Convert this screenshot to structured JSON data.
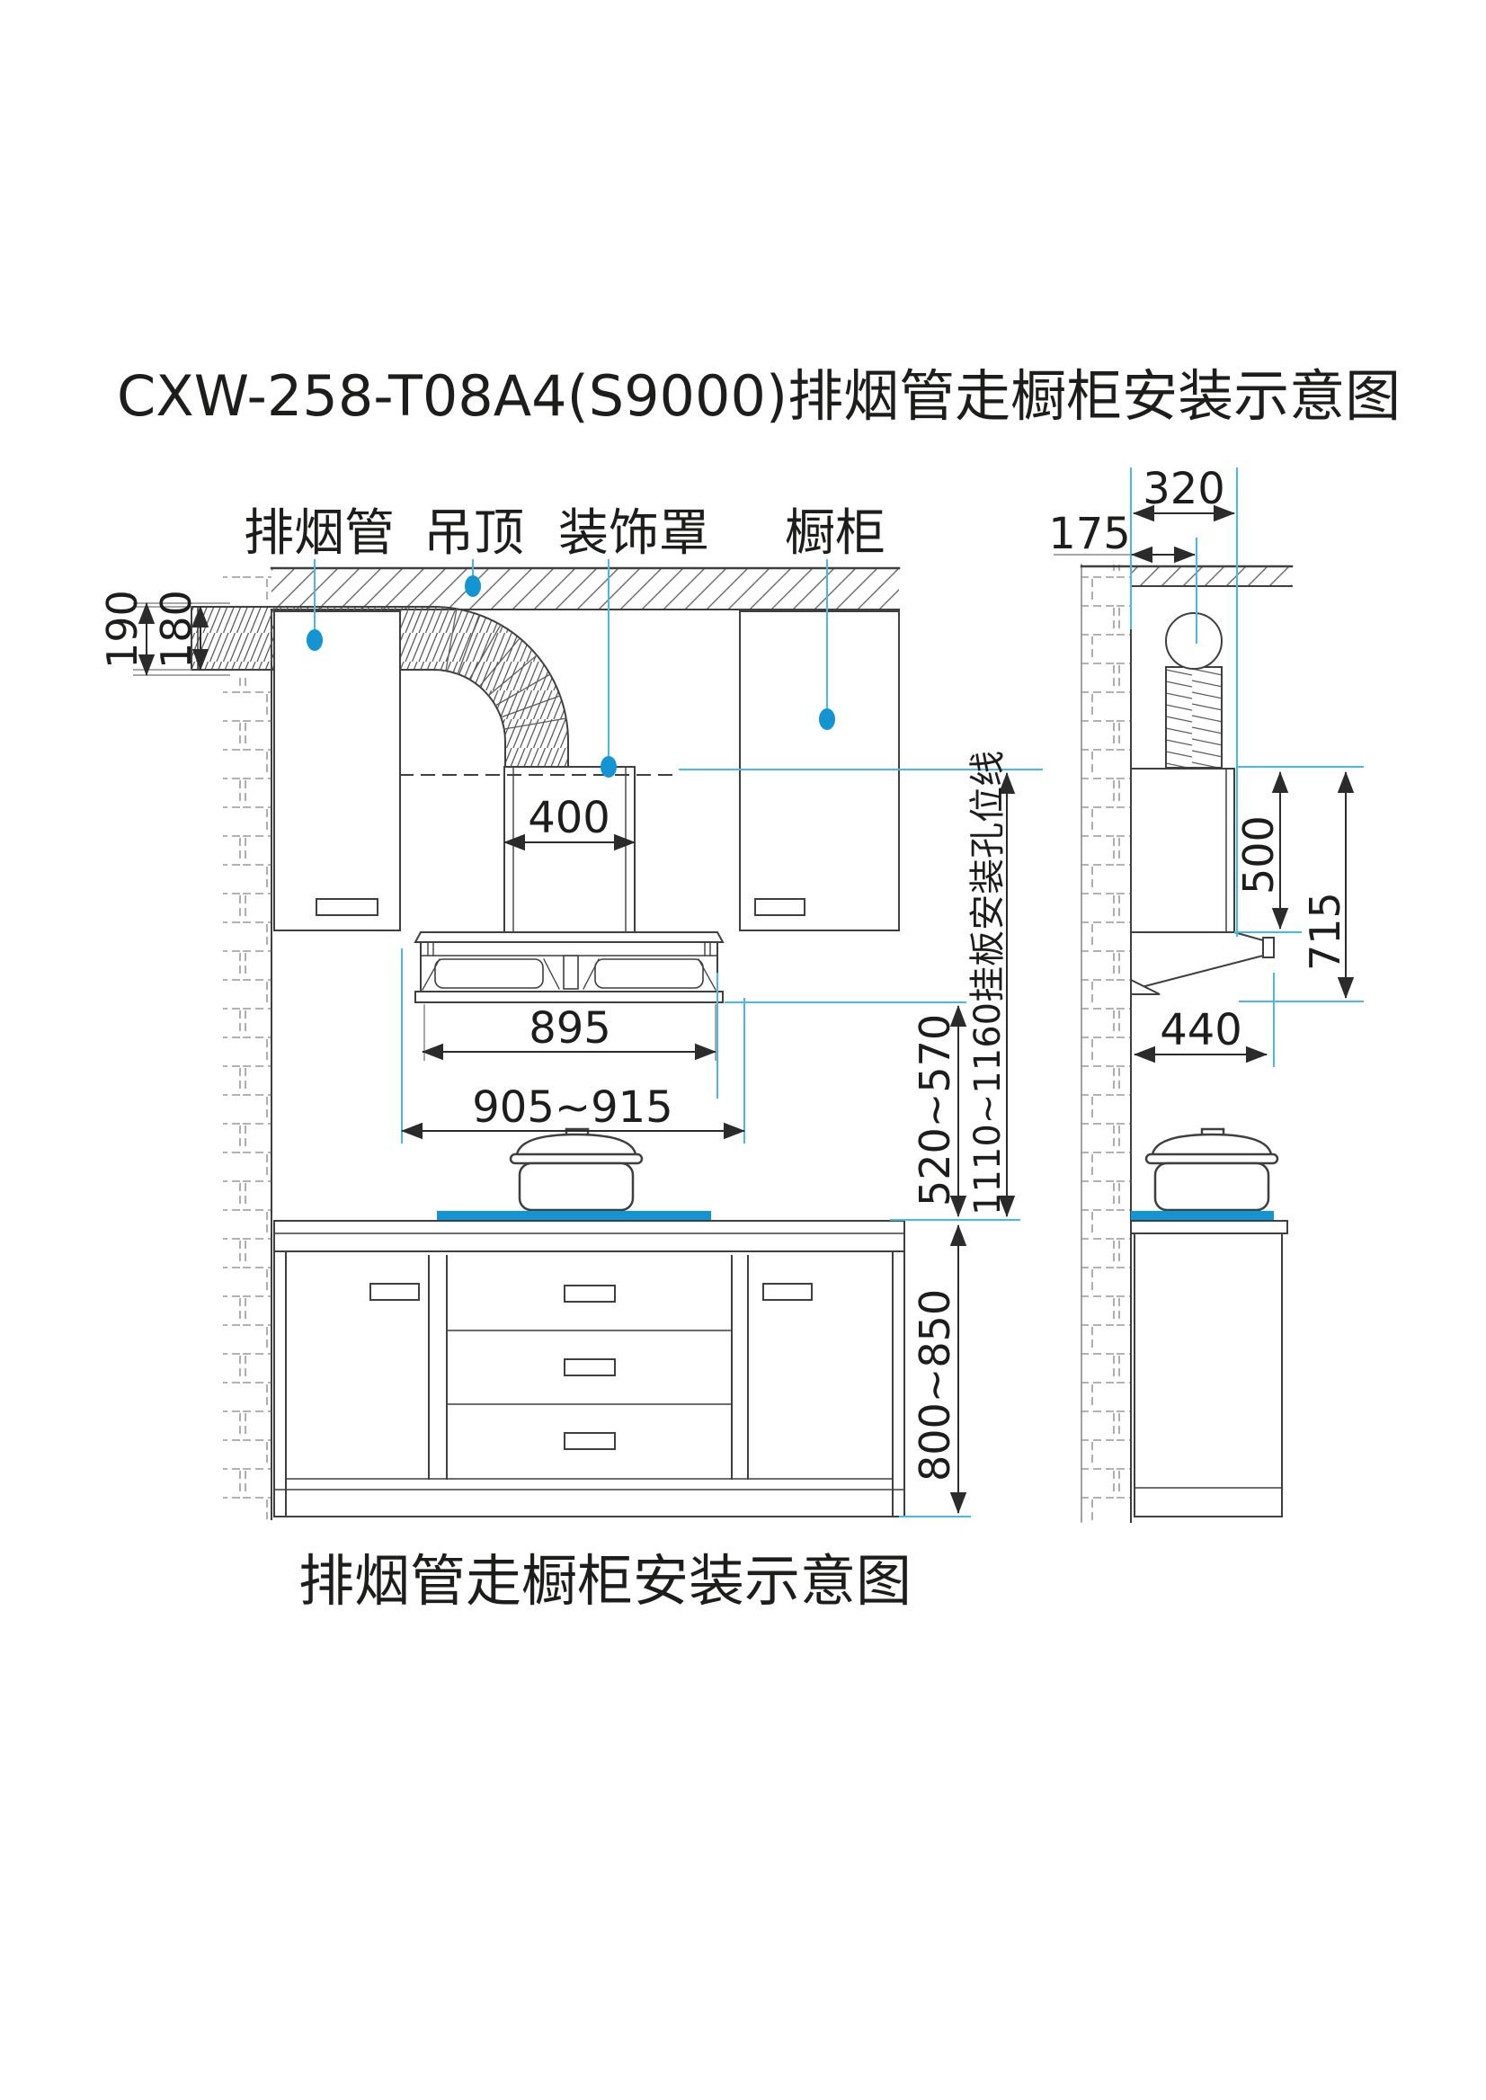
{
  "title": "CXW-258-T08A4(S9000)排烟管走橱柜安装示意图",
  "caption": "排烟管走橱柜安装示意图",
  "part_labels": {
    "exhaust_duct": "排烟管",
    "suspended_ceiling": "吊顶",
    "decorative_cover": "装饰罩",
    "cabinet": "橱柜"
  },
  "dimensions_front_view": {
    "wall_opening_height": "190",
    "duct_height": "180",
    "decorative_cover_width": "400",
    "hood_width": "895",
    "cabinet_opening_width": "905~915",
    "hood_bottom_to_cooktop": "520~570",
    "hanging_plate_hole_line": "1110~1160挂板安装孔位线",
    "counter_height": "800~850"
  },
  "dimensions_side_view": {
    "hood_top_depth": "320",
    "duct_center_to_wall": "175",
    "hood_upper_body_height": "500",
    "hood_total_height": "715",
    "hood_bottom_depth": "440"
  },
  "colors": {
    "accent_blue": "#1395d3",
    "reference_blue": "#49b8e8",
    "line_dark": "#3a3a3a"
  }
}
